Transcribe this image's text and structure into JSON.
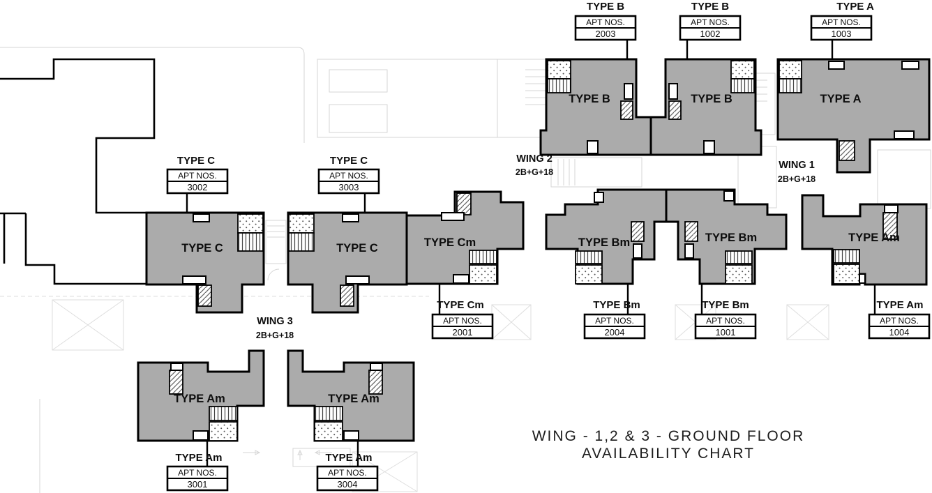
{
  "callout_header": "APT NOS.",
  "units": [
    {
      "plan_label": "TYPE B",
      "apt": "2003"
    },
    {
      "plan_label": "TYPE B",
      "apt": "1002"
    },
    {
      "plan_label": "TYPE A",
      "apt": "1003"
    },
    {
      "plan_label": "TYPE C",
      "apt": "3002"
    },
    {
      "plan_label": "TYPE C",
      "apt": "3003"
    },
    {
      "plan_label": "TYPE Cm",
      "apt": "2001"
    },
    {
      "plan_label": "TYPE Bm",
      "apt": "2004"
    },
    {
      "plan_label": "TYPE Bm",
      "apt": "1001"
    },
    {
      "plan_label": "TYPE Am",
      "apt": "1004"
    },
    {
      "plan_label": "TYPE Am",
      "apt": "3001"
    },
    {
      "plan_label": "TYPE Am",
      "apt": "3004"
    }
  ],
  "wings": [
    {
      "name": "WING 2",
      "config": "2B+G+18"
    },
    {
      "name": "WING 1",
      "config": "2B+G+18"
    },
    {
      "name": "WING 3",
      "config": "2B+G+18"
    }
  ],
  "chart_title": {
    "line1": "WING - 1,2 & 3 - GROUND  FLOOR",
    "line2": "AVAILABILITY CHART"
  },
  "colors": {
    "unit_fill": "#ababab",
    "outline": "#000000",
    "faint": "#d6d6d6"
  }
}
